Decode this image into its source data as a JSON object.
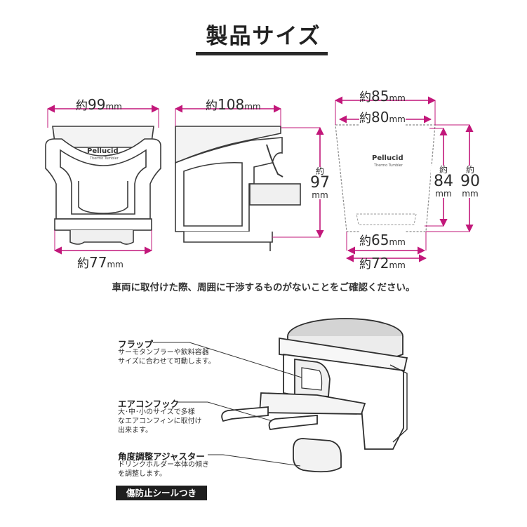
{
  "title": "製品サイズ",
  "brand": {
    "name": "Pellucid",
    "sub": "Thermo Tumbler"
  },
  "dimensions": {
    "front_width": {
      "prefix": "約",
      "value": "99",
      "unit": "mm"
    },
    "front_bottom": {
      "prefix": "約",
      "value": "77",
      "unit": "mm"
    },
    "side_width": {
      "prefix": "約",
      "value": "108",
      "unit": "mm"
    },
    "side_height": {
      "prefix": "約",
      "value": "97",
      "unit": "mm"
    },
    "cup_top_outer": {
      "prefix": "約",
      "value": "85",
      "unit": "mm"
    },
    "cup_top_inner": {
      "prefix": "約",
      "value": "80",
      "unit": "mm"
    },
    "cup_bottom_inner": {
      "prefix": "約",
      "value": "65",
      "unit": "mm"
    },
    "cup_bottom_outer": {
      "prefix": "約",
      "value": "72",
      "unit": "mm"
    },
    "cup_height_inner": {
      "prefix": "約",
      "value": "84",
      "unit": "mm"
    },
    "cup_height_outer": {
      "prefix": "約",
      "value": "90",
      "unit": "mm"
    }
  },
  "note": "車両に取付けた際、周囲に干渉するものがないことをご確認ください。",
  "callouts": [
    {
      "title": "フラップ",
      "desc": "サーモタンブラーや飲料容器\nサイズに合わせて可動します。"
    },
    {
      "title": "エアコンフック",
      "desc": "大･中･小のサイズで多様\nなエアコンフィンに取付け\n出来ます。"
    },
    {
      "title": "角度調整アジャスター",
      "desc": "ドリンクホルダー本体の傾き\nを調整します。"
    }
  ],
  "badge": "傷防止シールつき",
  "colors": {
    "accent": "#c2177a",
    "dark": "#222222",
    "outline": "#3a3a3a"
  }
}
